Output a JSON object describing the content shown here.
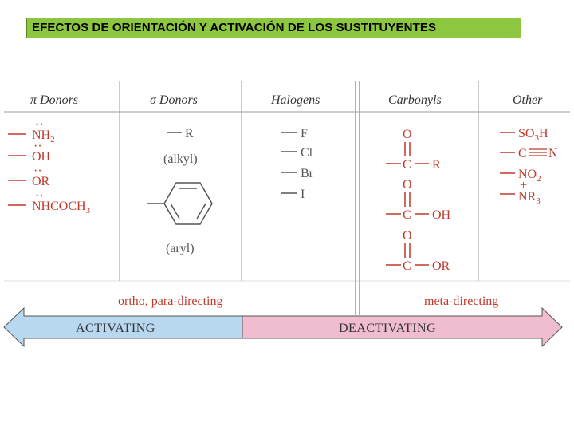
{
  "title": "EFECTOS DE ORIENTACIÓN Y ACTIVACIÓN DE LOS SUSTITUYENTES",
  "headers": {
    "pi_donors": "π Donors",
    "sigma_donors": "σ Donors",
    "halogens": "Halogens",
    "carbonyls": "Carbonyls",
    "other": "Other"
  },
  "pi_donors": [
    {
      "text": "NH",
      "sub": "2"
    },
    {
      "text": "OH",
      "sub": ""
    },
    {
      "text": "OR",
      "sub": ""
    },
    {
      "text": "NHCOCH",
      "sub": "3"
    }
  ],
  "sigma_donors": {
    "alkyl_group": "R",
    "alkyl_label": "(alkyl)",
    "aryl_label": "(aryl)"
  },
  "halogens": [
    "F",
    "Cl",
    "Br",
    "I"
  ],
  "carbonyls": [
    {
      "oxygen": "O",
      "carbon": "C",
      "group": "R"
    },
    {
      "oxygen": "O",
      "carbon": "C",
      "group": "OH"
    },
    {
      "oxygen": "O",
      "carbon": "C",
      "group": "OR"
    }
  ],
  "other": {
    "so3h": {
      "a": "SO",
      "sub": "3",
      "b": "H"
    },
    "cn": {
      "c": "C",
      "n": "N"
    },
    "no2": {
      "a": "NO",
      "sub": "2"
    },
    "nr3": {
      "a": "NR",
      "sub": "3",
      "charge": "+"
    }
  },
  "directing": {
    "ortho_para": "ortho, para-directing",
    "meta": "meta-directing"
  },
  "bands": {
    "activating": "ACTIVATING",
    "deactivating": "DEACTIVATING"
  },
  "colors": {
    "title_bg": "#8dc63f",
    "activating_fill": "#b7d8ee",
    "deactivating_fill": "#efbcd0",
    "substituent_red": "#c0392b"
  }
}
